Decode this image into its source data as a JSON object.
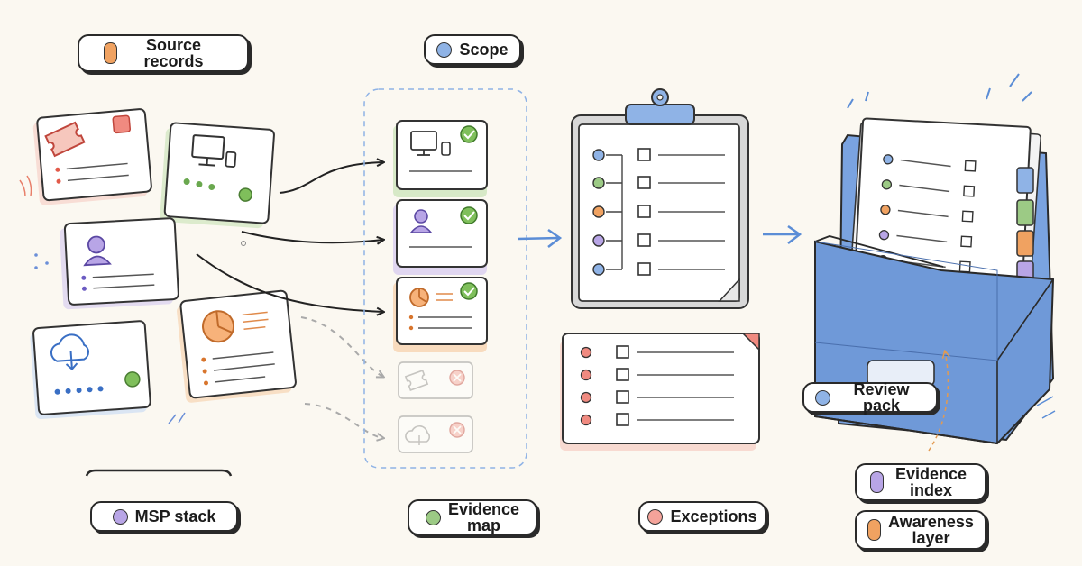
{
  "labels": {
    "source_records": "Source records",
    "scope": "Scope",
    "msp_stack": "MSP stack",
    "evidence_map": "Evidence map",
    "exceptions": "Exceptions",
    "review_pack": "Review pack",
    "evidence_index": "Evidence index",
    "awareness_layer": "Awareness layer"
  },
  "colors": {
    "orange": "#f0a261",
    "blue": "#8fb3e6",
    "purple": "#b8a5e6",
    "green": "#9cca85",
    "red": "#f4a39a",
    "ink": "#2a2a2a"
  },
  "evidence_map_items": [
    {
      "icon": "devices-icon",
      "status": "included"
    },
    {
      "icon": "user-icon",
      "status": "included"
    },
    {
      "icon": "pie-chart-icon",
      "status": "included"
    },
    {
      "icon": "ticket-icon",
      "status": "excluded"
    },
    {
      "icon": "cloud-download-icon",
      "status": "excluded"
    }
  ],
  "scope_checklist_rows": 5,
  "exception_rows": 4,
  "review_pack_rows": 5
}
